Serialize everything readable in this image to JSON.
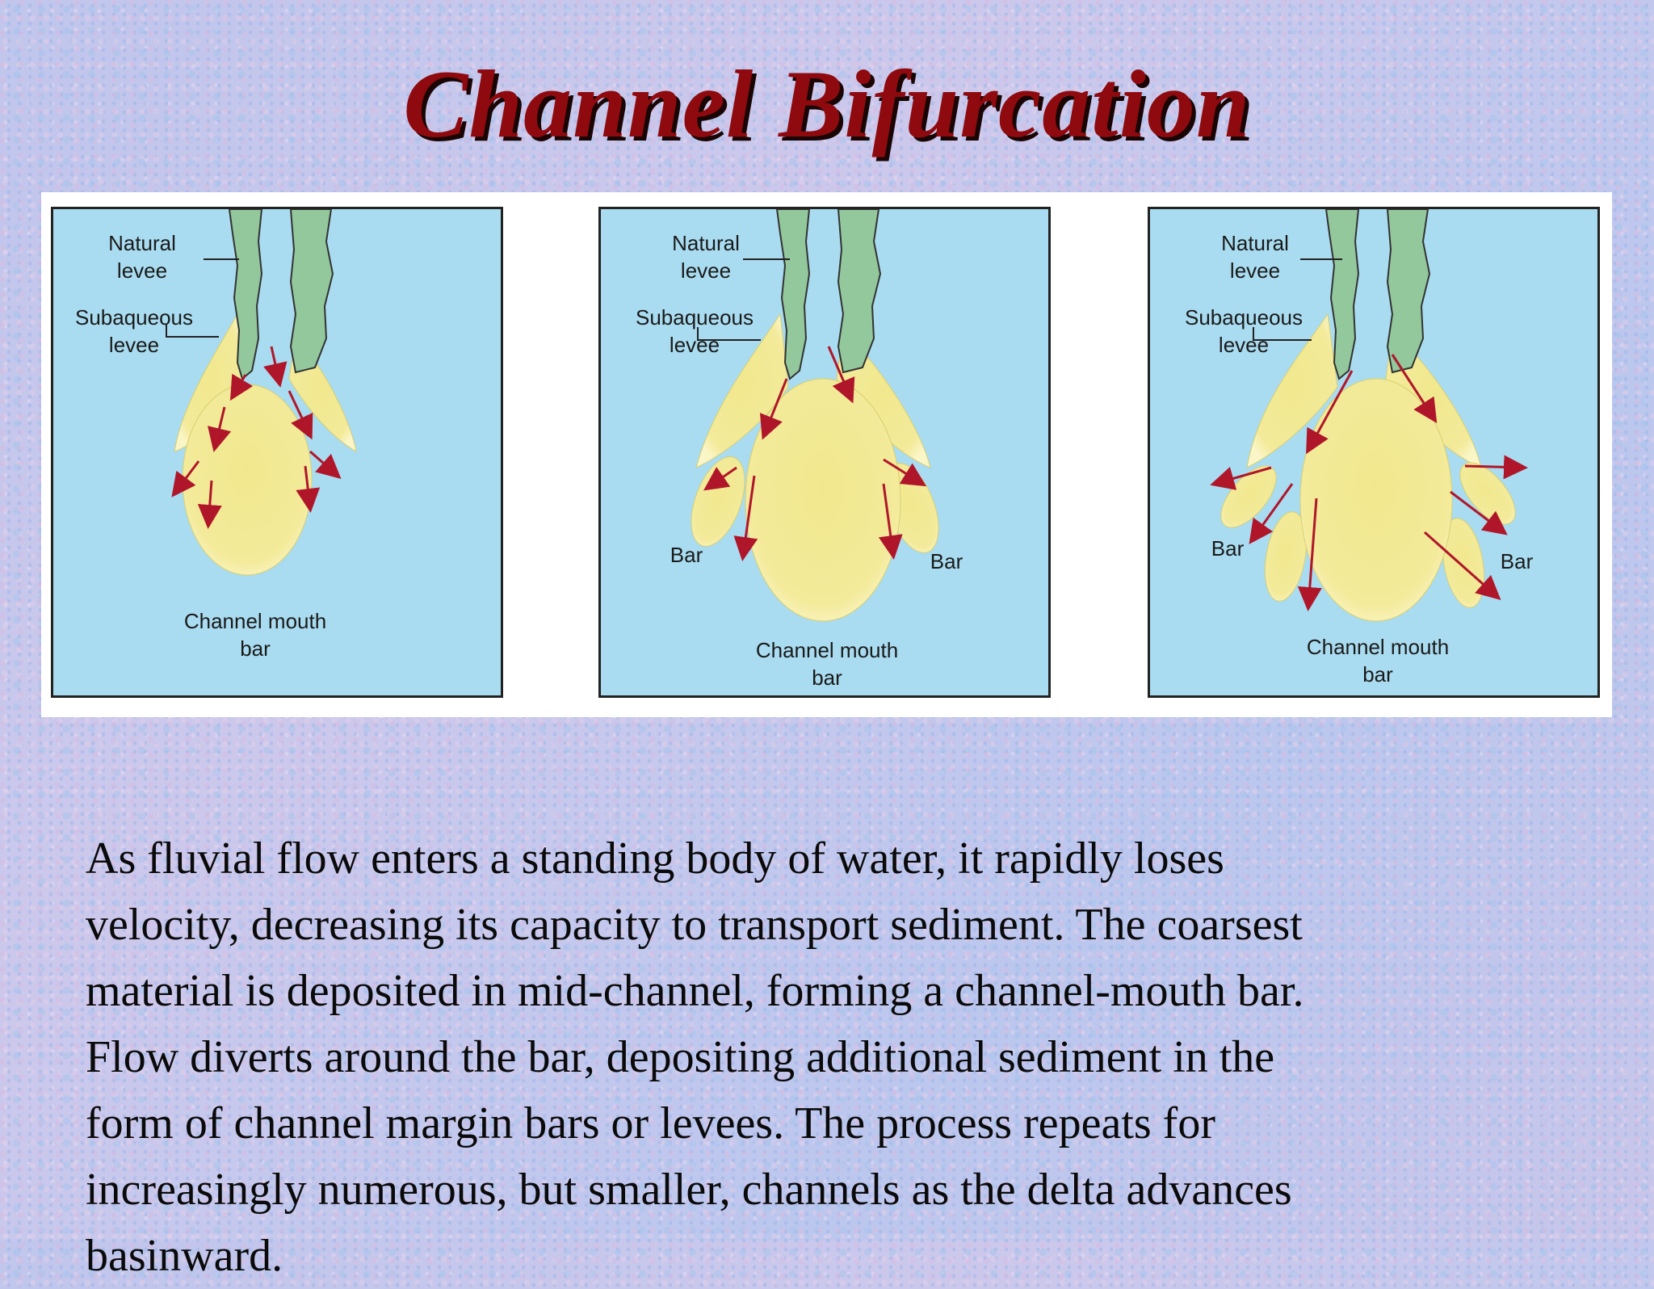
{
  "slide": {
    "title": "Channel Bifurcation",
    "body_lines": [
      "As fluvial flow enters a standing body of water, it rapidly loses",
      "velocity, decreasing its capacity to transport sediment.  The coarsest",
      "material is deposited in mid-channel, forming a channel-mouth bar.",
      "Flow diverts around the bar, depositing additional sediment in the",
      "form of channel margin bars or levees.  The process repeats for",
      "increasingly numerous, but smaller, channels as the delta advances",
      "basinward."
    ]
  },
  "figure": {
    "panel_1": {
      "natural_levee": "Natural\nlevee",
      "subaqueous_levee": "Subaqueous\nlevee",
      "channel_mouth_bar": "Channel mouth\nbar"
    },
    "panel_2": {
      "natural_levee": "Natural\nlevee",
      "subaqueous_levee": "Subaqueous\nlevee",
      "bar_left": "Bar",
      "bar_right": "Bar",
      "channel_mouth_bar": "Channel mouth\nbar"
    },
    "panel_3": {
      "natural_levee": "Natural\nlevee",
      "subaqueous_levee": "Subaqueous\nlevee",
      "bar_left": "Bar",
      "bar_right": "Bar",
      "channel_mouth_bar": "Channel mouth\nbar"
    }
  },
  "colors": {
    "title": "#8f0a0e",
    "water": "#a9dcf0",
    "levee_green": "#93c79c",
    "sediment_yellow": "#f3ea9a",
    "flow_arrow": "#b0162a"
  }
}
